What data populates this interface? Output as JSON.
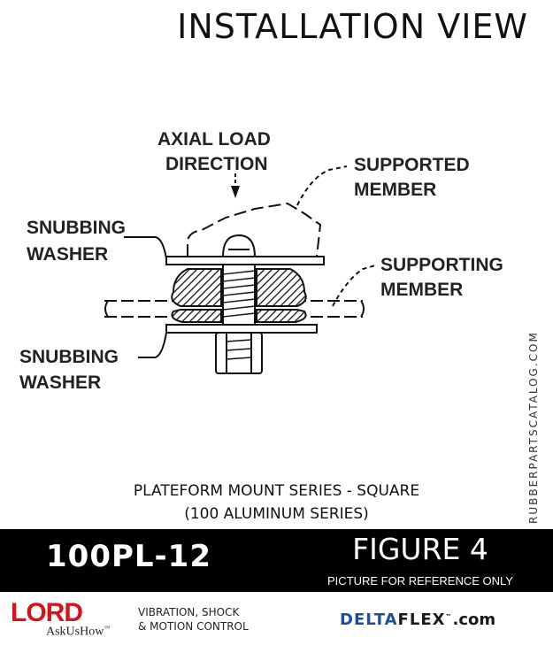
{
  "title": "INSTALLATION VIEW",
  "diagram_labels": {
    "axial_line1": "AXIAL LOAD",
    "axial_line2": "DIRECTION",
    "supported_line1": "SUPPORTED",
    "supported_line2": "MEMBER",
    "snub_top_line1": "SNUBBING",
    "snub_top_line2": "WASHER",
    "supporting_line1": "SUPPORTING",
    "supporting_line2": "MEMBER",
    "snub_bottom_line1": "SNUBBING",
    "snub_bottom_line2": "WASHER"
  },
  "side_text": "RUBBERPARTSCATALOG.COM",
  "series": {
    "line1": "PLATEFORM MOUNT SERIES - SQUARE",
    "line2": "(100 ALUMINUM SERIES)"
  },
  "part_number": "100PL-12",
  "figure": "FIGURE 4",
  "reference_note": "PICTURE FOR REFERENCE ONLY",
  "footer": {
    "lord_logo": "LORD",
    "lord_tagline": "AskUsHow",
    "tagline_line1": "VIBRATION, SHOCK",
    "tagline_line2": "& MOTION CONTROL",
    "deltaflex_part1": "DELTA",
    "deltaflex_part2": "FLEX",
    "deltaflex_part3": ".com"
  },
  "colors": {
    "lord_red": "#d0161c",
    "deltaflex_blue": "#1e4f9a",
    "band": "#000000"
  }
}
